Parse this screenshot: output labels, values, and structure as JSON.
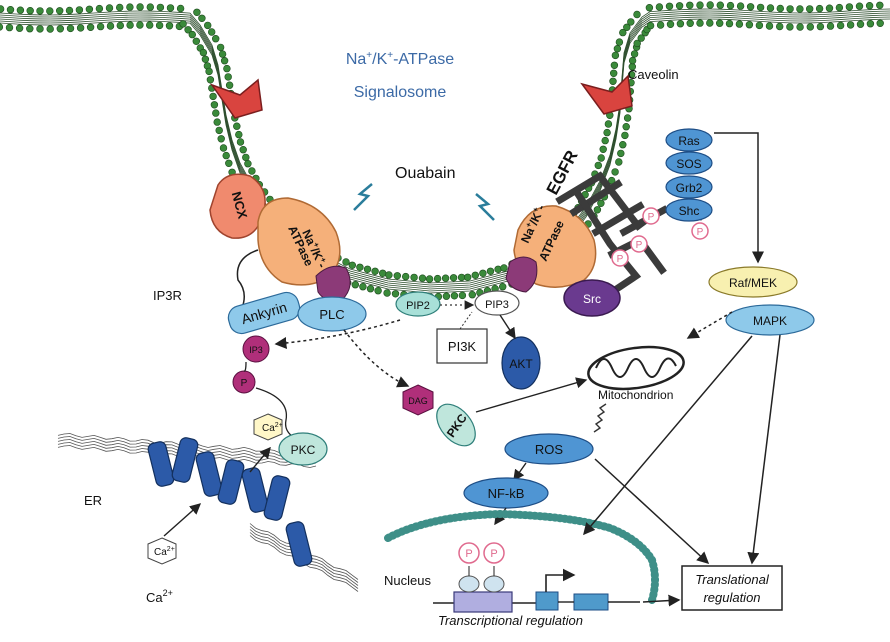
{
  "title": {
    "line1_main": "Na",
    "line1_sup1": "+",
    "line1_mid": "/K",
    "line1_sup2": "+",
    "line1_end": "-ATPase",
    "line2": "Signalosome"
  },
  "labels": {
    "caveolin": "Caveolin",
    "ouabain": "Ouabain",
    "egfr": "EGFR",
    "ncx": "NCX",
    "nka_left_1": "Na",
    "nka_left_sup1": "+",
    "nka_left_2": "/K",
    "nka_left_sup2": "+",
    "nka_left_3": "-",
    "nka_left_4": "ATPase",
    "nka_right_1": "Na",
    "nka_right_sup1": "+",
    "nka_right_2": "/K",
    "nka_right_sup2": "+",
    "nka_right_3": "-",
    "nka_right_4": "ATPase",
    "ip3r": "IP3R",
    "ankyrin": "Ankyrin",
    "plc": "PLC",
    "pip2": "PIP2",
    "pip3": "PIP3",
    "pi3k": "PI3K",
    "akt": "AKT",
    "src": "Src",
    "ras": "Ras",
    "sos": "SOS",
    "grb2": "Grb2",
    "shc": "Shc",
    "raf_mek": "Raf/MEK",
    "mapk": "MAPK",
    "ip3": "IP3",
    "p": "P",
    "ca_main": "Ca",
    "ca_sup": "2+",
    "pkc": "PKC",
    "dag": "DAG",
    "mitochondrion": "Mitochondrion",
    "ros": "ROS",
    "nfkb": "NF-kB",
    "er": "ER",
    "nucleus": "Nucleus",
    "transcriptional": "Transcriptional regulation",
    "translational_1": "Translational",
    "translational_2": "regulation"
  },
  "colors": {
    "membrane_head": "#3a8a3a",
    "membrane_tail": "#2f4f2f",
    "nka": "#f5b07a",
    "ncx": "#f08a6e",
    "caveolin": "#d9443f",
    "receptor_purple": "#8c3a78",
    "light_blue": "#8ec9ea",
    "mid_blue": "#4f95d3",
    "dark_blue": "#2c5aa8",
    "src_purple": "#6a3a8f",
    "magenta": "#b02f7a",
    "egfr": "#3b3b3b",
    "title_blue": "#3c6aa6",
    "pink_p": "#e06a8e",
    "yellow": "#f8f0b0",
    "teal": "#3e8f88"
  }
}
